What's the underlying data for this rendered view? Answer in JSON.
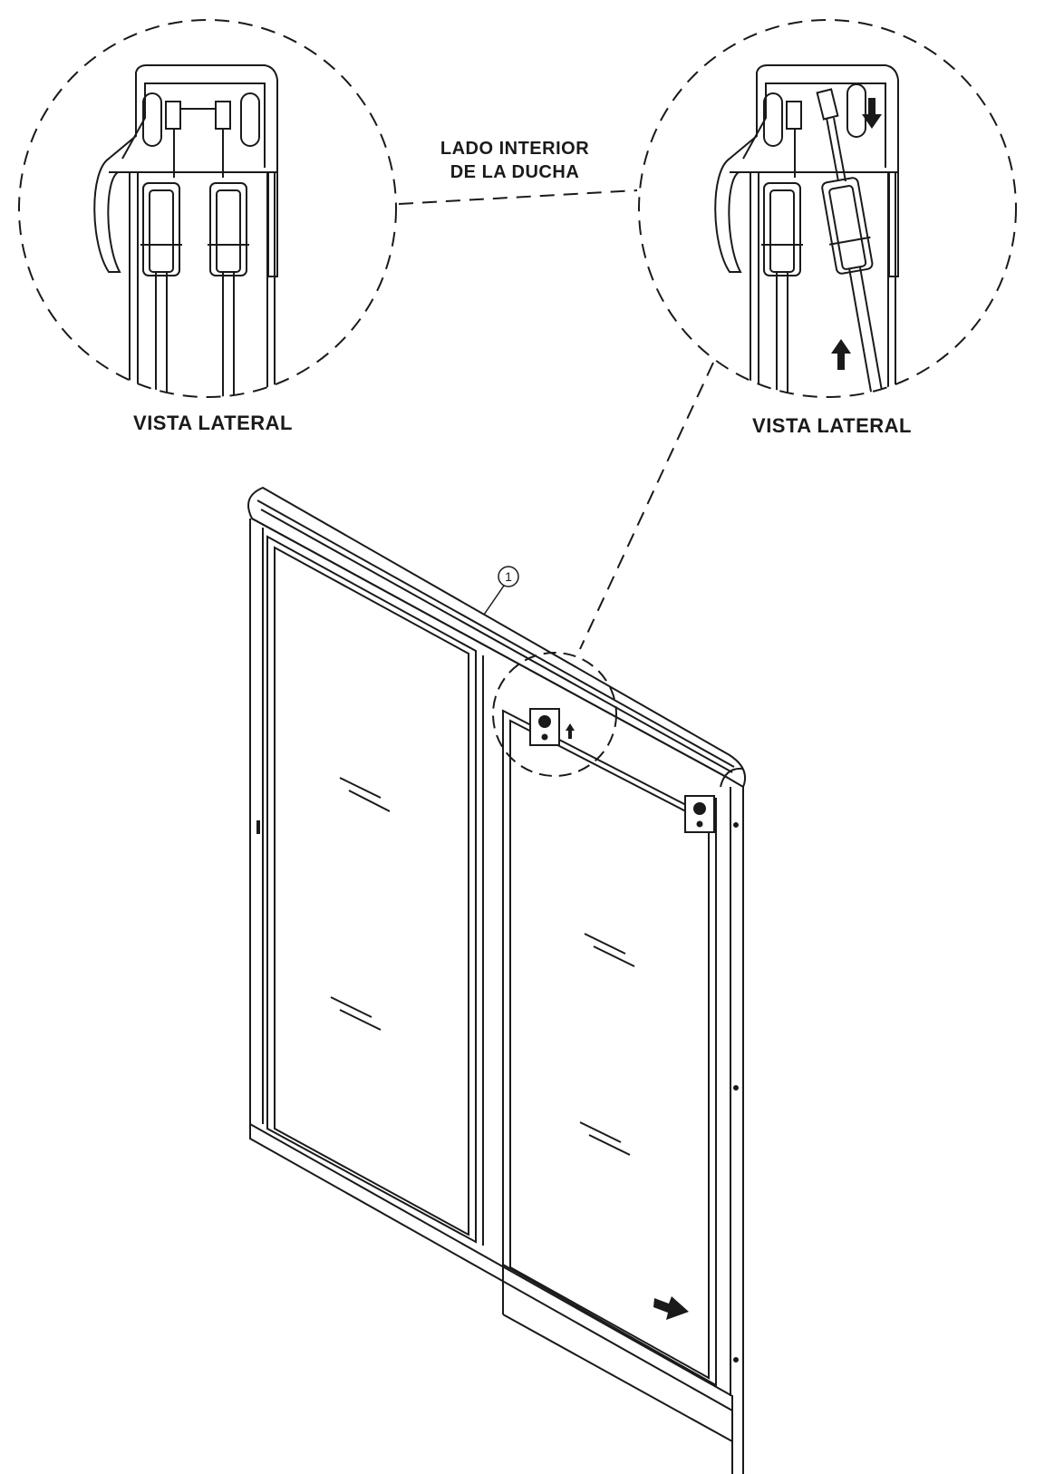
{
  "labels": {
    "interior_line1": "LADO INTERIOR",
    "interior_line2": "DE LA DUCHA",
    "side_view_left": "VISTA LATERAL",
    "side_view_right": "VISTA LATERAL"
  },
  "callouts": [
    {
      "number": "1",
      "part": "top-rail"
    }
  ],
  "colors": {
    "line": "#1a1a1a",
    "panel_fill": "#ffffff",
    "background": "#ffffff"
  }
}
